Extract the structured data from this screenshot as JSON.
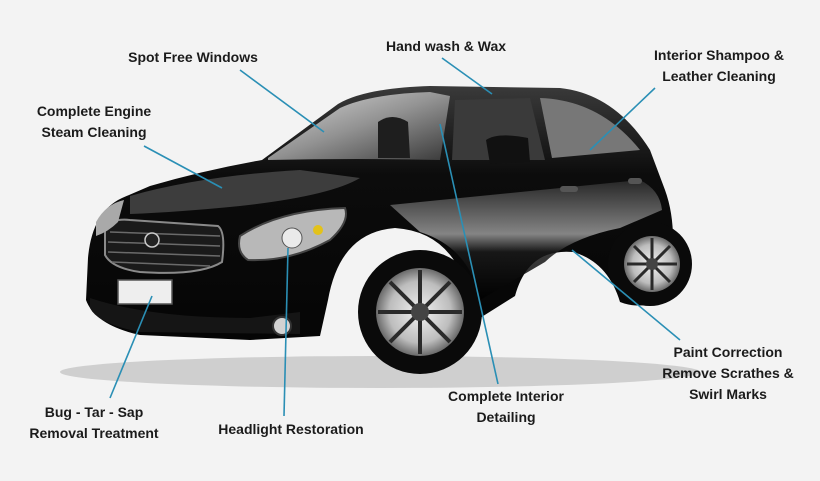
{
  "callouts": {
    "spot_free_windows": {
      "lines": [
        "Spot Free Windows"
      ]
    },
    "hand_wash_wax": {
      "lines": [
        "Hand wash & Wax"
      ]
    },
    "interior_shampoo": {
      "lines": [
        "Interior Shampoo &",
        "Leather Cleaning"
      ]
    },
    "engine_steam": {
      "lines": [
        "Complete Engine",
        "Steam Cleaning"
      ]
    },
    "paint_correction": {
      "lines": [
        "Paint Correction",
        "Remove Scrathes &",
        "Swirl Marks"
      ]
    },
    "complete_interior": {
      "lines": [
        "Complete Interior",
        "Detailing"
      ]
    },
    "bug_tar_sap": {
      "lines": [
        "Bug - Tar - Sap",
        "Removal Treatment"
      ]
    },
    "headlight": {
      "lines": [
        "Headlight Restoration"
      ]
    }
  },
  "colors": {
    "background": "#f3f3f3",
    "leader_line": "#2a8fb5",
    "label_text": "#1b1b1b",
    "car_body": "#0d0d0d"
  }
}
